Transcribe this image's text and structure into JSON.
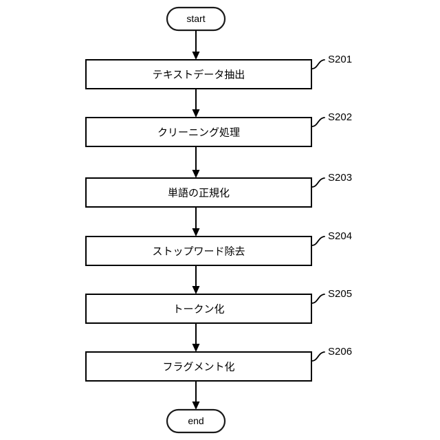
{
  "diagram": {
    "type": "flowchart",
    "orientation": "vertical",
    "colors": {
      "background": "#ffffff",
      "stroke": "#000000",
      "fill": "#ffffff",
      "text": "#000000"
    },
    "start_node": {
      "label": "start",
      "shape": "rounded-terminal"
    },
    "end_node": {
      "label": "end",
      "shape": "rounded-terminal"
    },
    "steps": [
      {
        "label": "テキストデータ抽出",
        "tag": "S201"
      },
      {
        "label": "クリーニング処理",
        "tag": "S202"
      },
      {
        "label": "単語の正規化",
        "tag": "S203"
      },
      {
        "label": "ストップワード除去",
        "tag": "S204"
      },
      {
        "label": "トークン化",
        "tag": "S205"
      },
      {
        "label": "フラグメント化",
        "tag": "S206"
      }
    ]
  }
}
